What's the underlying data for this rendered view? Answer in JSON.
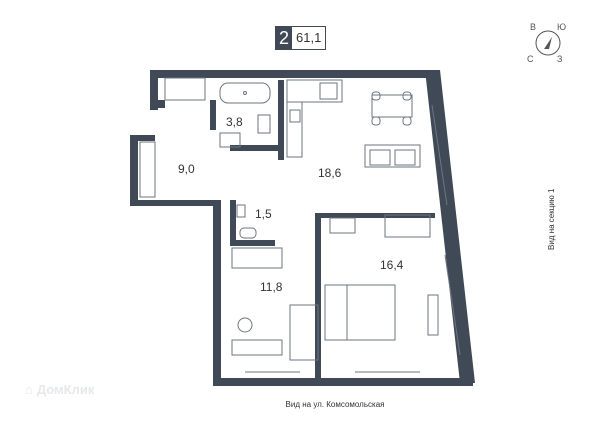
{
  "header": {
    "rooms": "2",
    "total_area": "61,1"
  },
  "compass": {
    "north": "С",
    "east": "В",
    "south": "Ю",
    "west": "З"
  },
  "rooms": {
    "bathroom": "3,8",
    "balcony_room": "9,0",
    "kitchen_living": "18,6",
    "wc": "1,5",
    "bedroom_left": "11,8",
    "bedroom_right": "16,4"
  },
  "labels": {
    "side_view": "Вид на секцию 1",
    "street_view": "Вид на ул. Комсомольская"
  },
  "watermark": "ДомКлик",
  "colors": {
    "wall": "#3f4a56",
    "furniture": "#6b7682"
  }
}
